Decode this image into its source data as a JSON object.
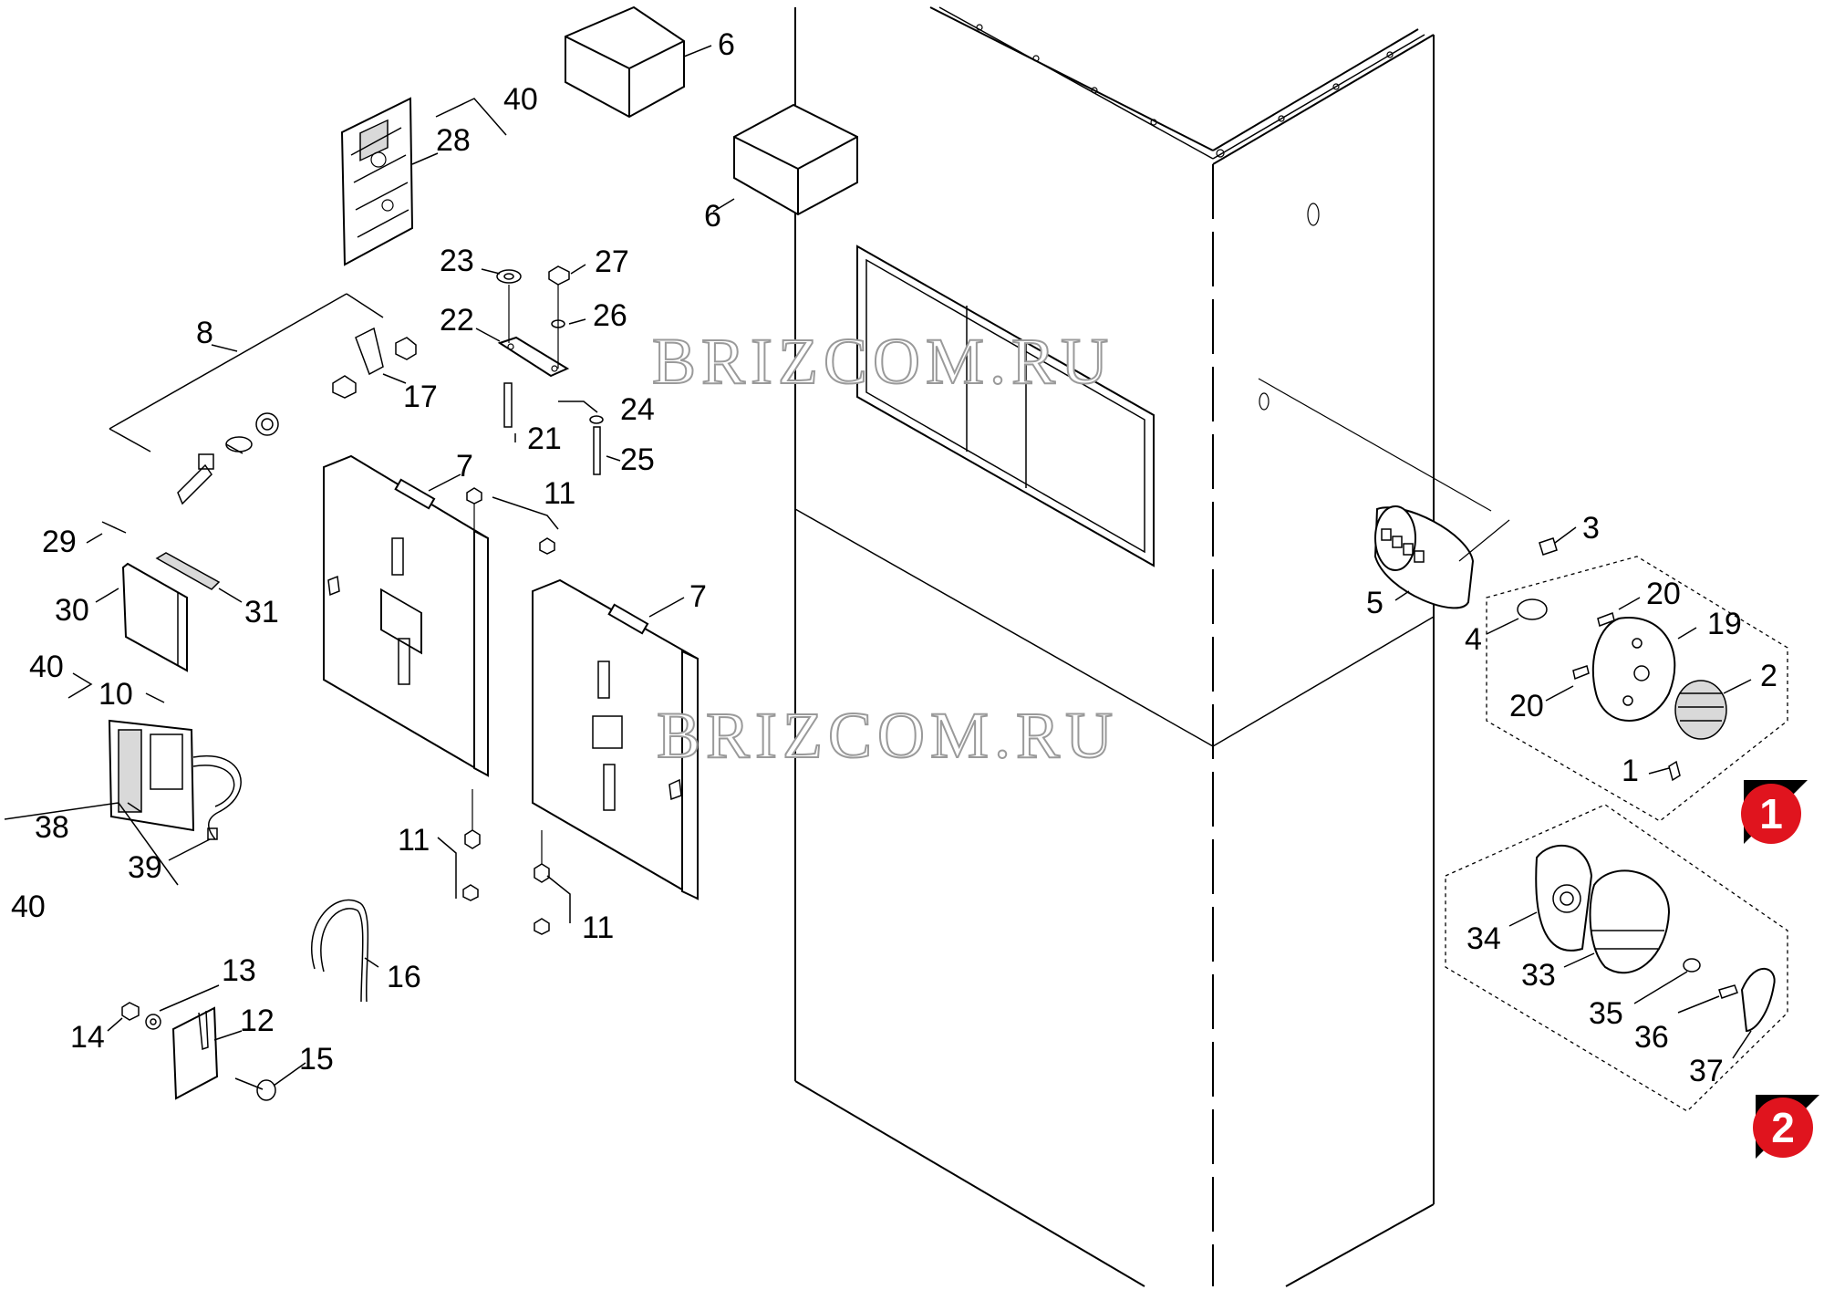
{
  "watermark": {
    "text": "BRIZCOM.RU"
  },
  "callouts": [
    {
      "id": "6a",
      "text": "6"
    },
    {
      "id": "6b",
      "text": "6"
    },
    {
      "id": "40a",
      "text": "40"
    },
    {
      "id": "28",
      "text": "28"
    },
    {
      "id": "23",
      "text": "23"
    },
    {
      "id": "27",
      "text": "27"
    },
    {
      "id": "22",
      "text": "22"
    },
    {
      "id": "26",
      "text": "26"
    },
    {
      "id": "8",
      "text": "8"
    },
    {
      "id": "17",
      "text": "17"
    },
    {
      "id": "24",
      "text": "24"
    },
    {
      "id": "21",
      "text": "21"
    },
    {
      "id": "25",
      "text": "25"
    },
    {
      "id": "7a",
      "text": "7"
    },
    {
      "id": "11a",
      "text": "11"
    },
    {
      "id": "29",
      "text": "29"
    },
    {
      "id": "30",
      "text": "30"
    },
    {
      "id": "31",
      "text": "31"
    },
    {
      "id": "7b",
      "text": "7"
    },
    {
      "id": "40b",
      "text": "40"
    },
    {
      "id": "10",
      "text": "10"
    },
    {
      "id": "38",
      "text": "38"
    },
    {
      "id": "39",
      "text": "39"
    },
    {
      "id": "40c",
      "text": "40"
    },
    {
      "id": "11b",
      "text": "11"
    },
    {
      "id": "11c",
      "text": "11"
    },
    {
      "id": "16",
      "text": "16"
    },
    {
      "id": "13",
      "text": "13"
    },
    {
      "id": "14",
      "text": "14"
    },
    {
      "id": "12",
      "text": "12"
    },
    {
      "id": "15",
      "text": "15"
    },
    {
      "id": "3",
      "text": "3"
    },
    {
      "id": "5",
      "text": "5"
    },
    {
      "id": "4",
      "text": "4"
    },
    {
      "id": "20a",
      "text": "20"
    },
    {
      "id": "19",
      "text": "19"
    },
    {
      "id": "2",
      "text": "2"
    },
    {
      "id": "20b",
      "text": "20"
    },
    {
      "id": "1",
      "text": "1"
    },
    {
      "id": "34",
      "text": "34"
    },
    {
      "id": "33",
      "text": "33"
    },
    {
      "id": "35",
      "text": "35"
    },
    {
      "id": "36",
      "text": "36"
    },
    {
      "id": "37",
      "text": "37"
    }
  ],
  "badges": [
    {
      "id": "b1",
      "text": "1",
      "color": "#e0141e"
    },
    {
      "id": "b2",
      "text": "2",
      "color": "#e0141e"
    }
  ],
  "colors": {
    "line": "#000000",
    "background": "#ffffff",
    "badge": "#e0141e",
    "watermark_stroke": "#9a9a9a"
  }
}
